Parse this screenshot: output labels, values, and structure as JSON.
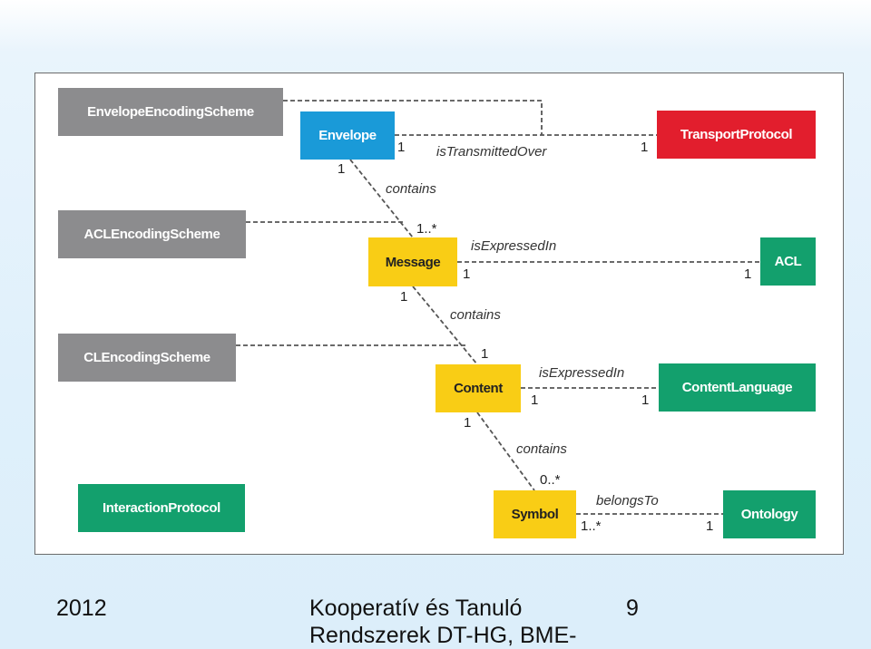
{
  "boxes": {
    "envelope_encoding_scheme": "EnvelopeEncodingScheme",
    "envelope": "Envelope",
    "transport_protocol": "TransportProtocol",
    "acl_encoding_scheme": "ACLEncodingScheme",
    "message": "Message",
    "acl": "ACL",
    "cl_encoding_scheme": "CLEncodingScheme",
    "content": "Content",
    "content_language": "ContentLanguage",
    "interaction_protocol": "InteractionProtocol",
    "symbol": "Symbol",
    "ontology": "Ontology"
  },
  "labels": {
    "is_transmitted_over": "isTransmittedOver",
    "contains_1": "contains",
    "is_expressed_in_1": "isExpressedIn",
    "contains_2": "contains",
    "is_expressed_in_2": "isExpressedIn",
    "contains_3": "contains",
    "belongs_to": "belongsTo"
  },
  "multiplicities": {
    "envelope_transport_left": "1",
    "envelope_transport_right": "1",
    "envelope_contains_top": "1",
    "message_contains_bottom": "1..*",
    "message_acl_left": "1",
    "message_acl_right": "1",
    "message_contains_top": "1",
    "content_contains_bottom": "1",
    "content_cl_left": "1",
    "content_cl_right": "1",
    "content_contains_top": "1",
    "symbol_contains_bottom": "0..*",
    "symbol_ontology_left": "1..*",
    "symbol_ontology_right": "1"
  },
  "colors": {
    "gray": "#8c8c8e",
    "blue": "#1a9ad8",
    "red": "#e21e2d",
    "green": "#13a06d",
    "yellow": "#f9cd15"
  },
  "footer": {
    "year": "2012",
    "title_line1": "Kooperatív és Tanuló",
    "title_line2": "Rendszerek DT-HG, BME-",
    "page_number": "9"
  }
}
